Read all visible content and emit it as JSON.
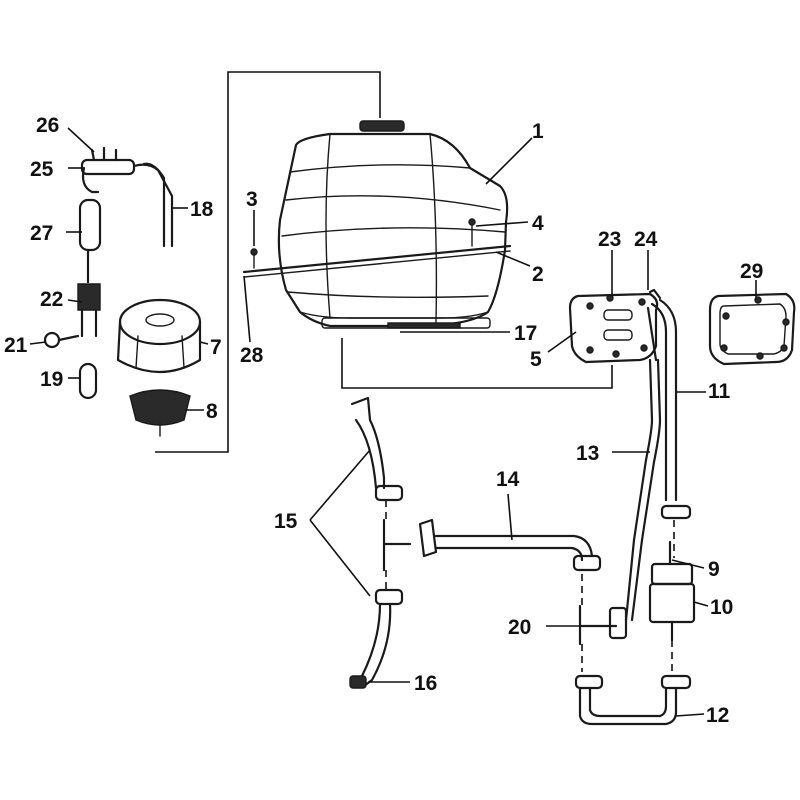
{
  "callouts": {
    "c1": "1",
    "c2": "2",
    "c3": "3",
    "c4": "4",
    "c5": "5",
    "c7": "7",
    "c8": "8",
    "c9": "9",
    "c10": "10",
    "c11": "11",
    "c12": "12",
    "c13": "13",
    "c14": "14",
    "c15": "15",
    "c16": "16",
    "c17": "17",
    "c18": "18",
    "c19": "19",
    "c20": "20",
    "c21": "21",
    "c22": "22",
    "c23": "23",
    "c24": "24",
    "c25": "25",
    "c26": "26",
    "c27": "27",
    "c28": "28",
    "c29": "29"
  }
}
